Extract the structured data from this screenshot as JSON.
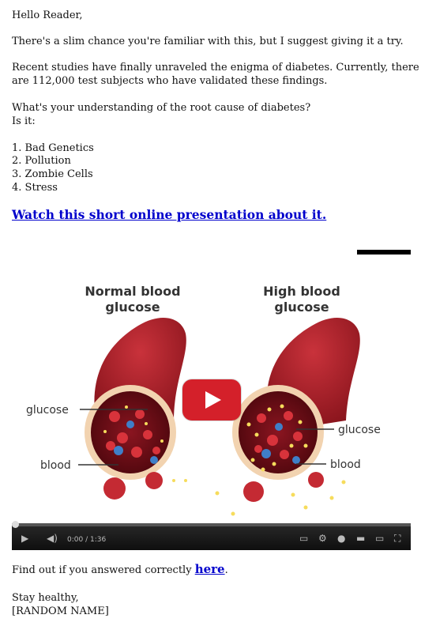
{
  "greeting": "Hello Reader,",
  "intro": "There's a slim chance you're familiar with this, but I suggest giving it a try.",
  "studies_line1": "Recent studies have finally unraveled the enigma of diabetes. Currently, there",
  "studies_line2": "are 112,000 test subjects who have validated these findings.",
  "question_line1": "What's your understanding of the root cause of diabetes?",
  "question_line2": "Is it:",
  "options": [
    "1. Bad Genetics",
    "2. Pollution",
    "3. Zombie Cells",
    "4. Stress"
  ],
  "cta_link": "Watch this short online presentation about it.",
  "video": {
    "left_title_line1": "Normal blood",
    "left_title_line2": "glucose",
    "right_title_line1": "High blood",
    "right_title_line2": "glucose",
    "label_glucose_left": "glucose",
    "label_blood_left": "blood",
    "label_glucose_right": "glucose",
    "label_blood_right": "blood",
    "time": "0:00 / 1:36",
    "play_icon": "youtube-play-icon"
  },
  "answer_prefix": "Find out if you answered correctly ",
  "answer_link": "here",
  "answer_suffix": ".",
  "signoff": "Stay healthy,",
  "signature": "[RANDOM NAME]"
}
